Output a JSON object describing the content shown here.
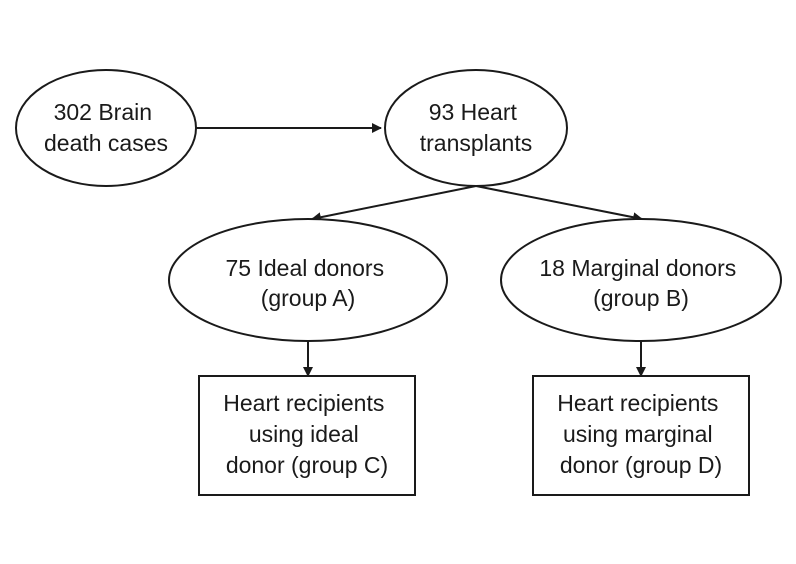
{
  "nodes": {
    "brain_death": {
      "lines": [
        "302 Brain",
        "death cases"
      ]
    },
    "heart_transplants": {
      "lines": [
        "93 Heart",
        "transplants"
      ]
    },
    "ideal_donors": {
      "lines": [
        "75 Ideal donors",
        "(group A)"
      ]
    },
    "marginal_donors": {
      "lines": [
        "18 Marginal donors",
        "(group B)"
      ]
    },
    "ideal_recipients": {
      "lines": [
        "Heart recipients",
        "using ideal",
        "donor (group C)"
      ]
    },
    "marginal_recipients": {
      "lines": [
        "Heart recipients",
        "using marginal",
        "donor (group D)"
      ]
    }
  },
  "colors": {
    "stroke": "#1a1a1a",
    "background": "#ffffff"
  }
}
